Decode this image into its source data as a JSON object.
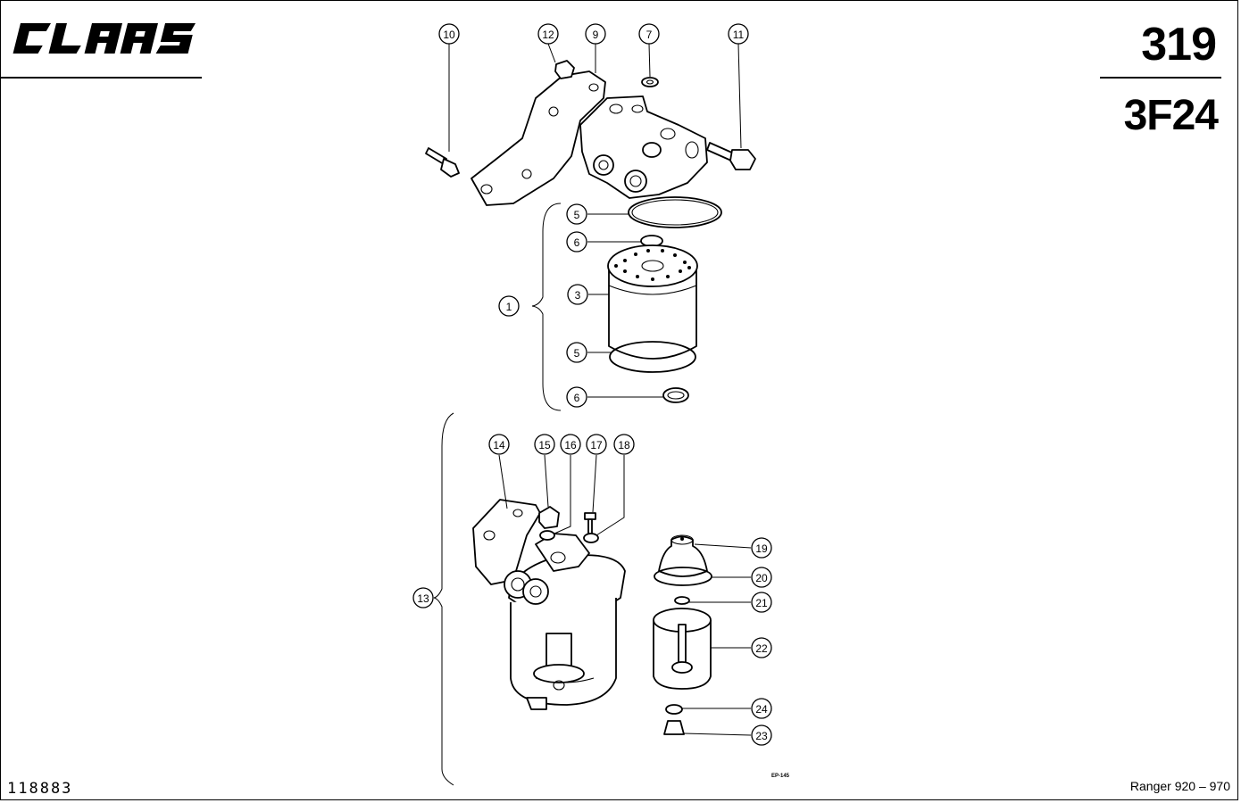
{
  "header": {
    "brand": "CLAAS",
    "page_number": "319",
    "section_code": "3F24"
  },
  "footer": {
    "document_number": "118883",
    "model_range": "Ranger 920 – 970",
    "ep_code": "EP-145"
  },
  "callouts": [
    "1",
    "3",
    "5",
    "5",
    "6",
    "6",
    "7",
    "9",
    "10",
    "11",
    "12",
    "13",
    "14",
    "15",
    "16",
    "17",
    "18",
    "19",
    "20",
    "21",
    "22",
    "23",
    "24"
  ]
}
